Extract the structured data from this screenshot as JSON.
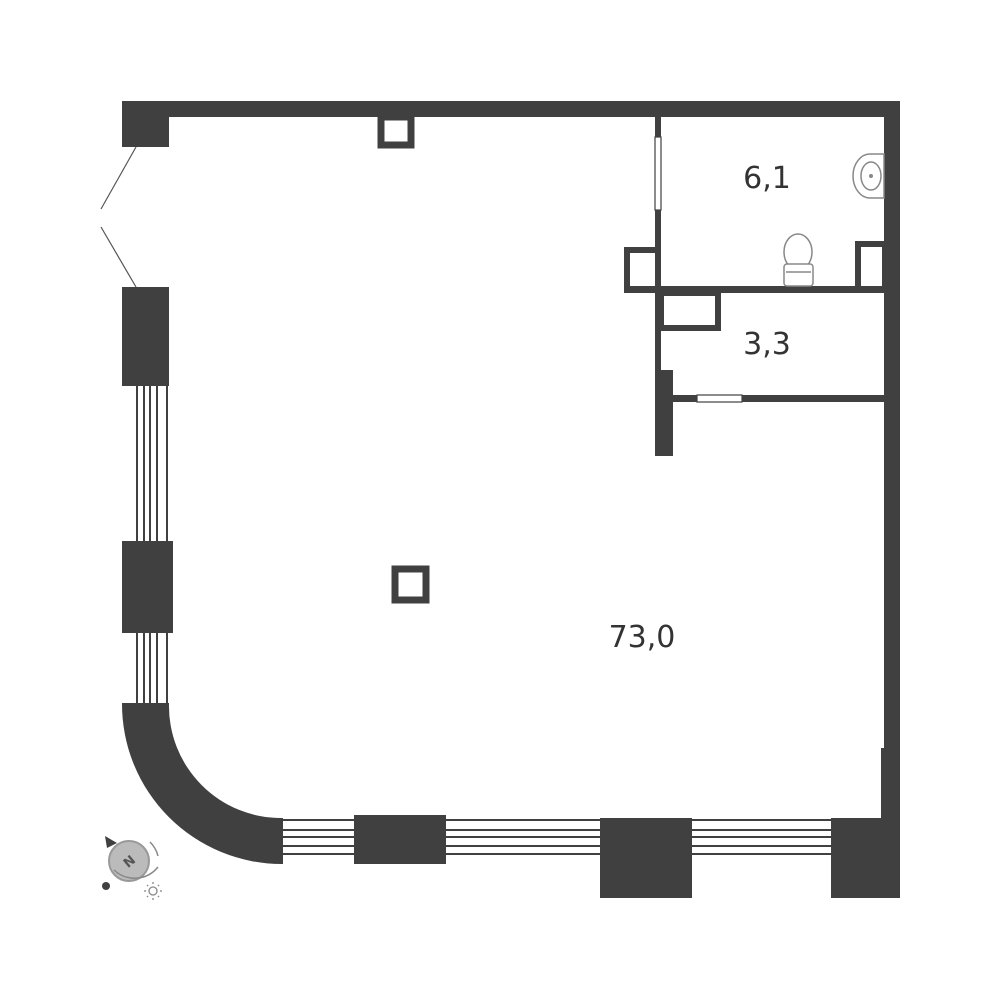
{
  "floor_plan": {
    "rooms": [
      {
        "id": "main-room",
        "area": "73,0"
      },
      {
        "id": "bathroom",
        "area": "6,1"
      },
      {
        "id": "storage",
        "area": "3,3"
      }
    ],
    "compass": {
      "letter": "N"
    },
    "colors": {
      "wall": "#404040",
      "background": "#ffffff",
      "fixture": "#888888",
      "compass_fill": "#bbbbbb"
    },
    "icons": [
      "compass-icon",
      "sun-icon",
      "toilet-icon",
      "sink-icon"
    ]
  }
}
